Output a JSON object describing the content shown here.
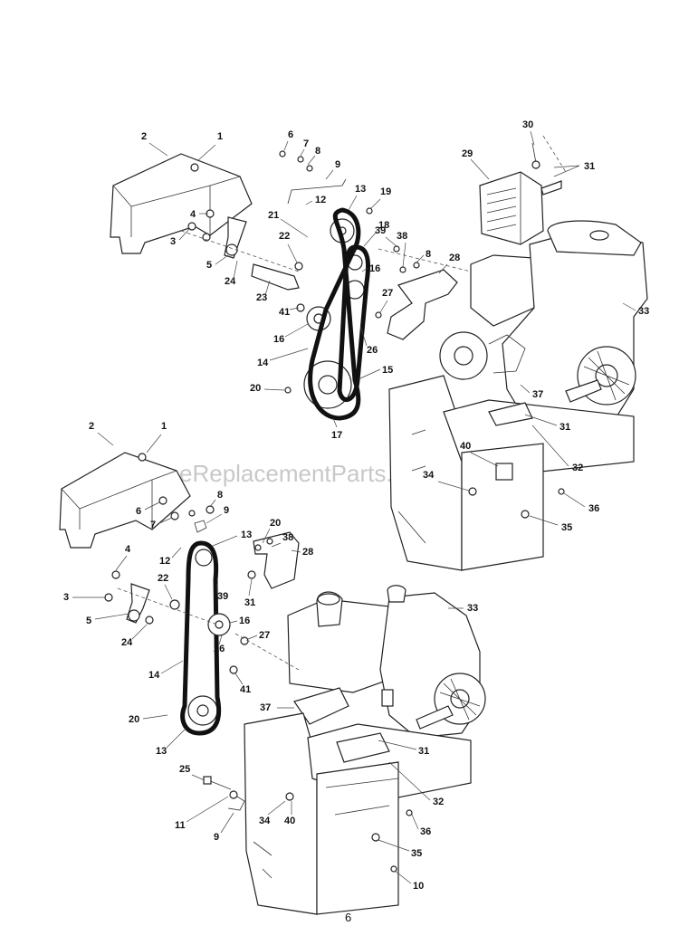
{
  "watermark": "eReplacementParts.com",
  "page_number": "6",
  "labels": {
    "top": [
      "1",
      "2",
      "3",
      "4",
      "5",
      "24",
      "23",
      "41",
      "16",
      "14",
      "20",
      "17",
      "15",
      "26",
      "16",
      "18",
      "13",
      "19",
      "21",
      "22",
      "12",
      "9",
      "8",
      "7",
      "6",
      "39",
      "38",
      "8",
      "28",
      "27",
      "29",
      "30",
      "31",
      "33",
      "37",
      "31",
      "32",
      "40",
      "34",
      "36",
      "35"
    ],
    "bottom": [
      "1",
      "2",
      "6",
      "7",
      "8",
      "9",
      "13",
      "12",
      "4",
      "3",
      "5",
      "22",
      "24",
      "14",
      "20",
      "13",
      "39",
      "31",
      "16",
      "26",
      "27",
      "41",
      "20",
      "38",
      "28",
      "33",
      "37",
      "31",
      "32",
      "25",
      "11",
      "9",
      "34",
      "40",
      "36",
      "35",
      "10"
    ]
  }
}
